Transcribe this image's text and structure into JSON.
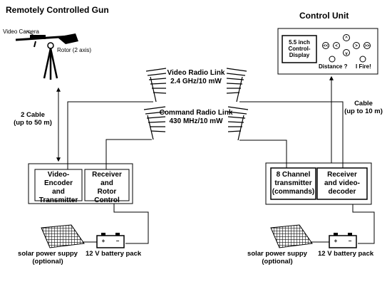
{
  "left_unit": {
    "title": "Remotely Controlled Gun",
    "camera_label": "Video Camera",
    "rotor_label": "Rotor (2 axis)",
    "cable_line1": "2 Cable",
    "cable_line2": "(up to 50 m)",
    "encoder_line1": "Video-Encoder",
    "encoder_line2": "and",
    "encoder_line3": "Transmitter",
    "receiver_line1": "Receiver",
    "receiver_line2": "and",
    "receiver_line3": "Rotor Control",
    "solar_line1": "solar power suppy",
    "solar_line2": "(optional)",
    "battery_label": "12 V battery pack"
  },
  "links": {
    "video_line1": "Video Radio Link",
    "video_line2": "2.4 GHz/10 mW",
    "command_line1": "Command Radio Link",
    "command_line2": "430 MHz/10 mW"
  },
  "right_unit": {
    "title": "Control Unit",
    "display_line1": "5.5 inch",
    "display_line2": "Control-",
    "display_line3": "Display",
    "distance_label": "Distance ?",
    "fire_label": "I Fire!",
    "cable_line1": "Cable",
    "cable_line2": "(up to 10 m)",
    "transmitter_line1": "8 Channel",
    "transmitter_line2": "transmitter",
    "transmitter_line3": "(commands)",
    "receiver_line1": "Receiver",
    "receiver_line2": "and video-",
    "receiver_line3": "decoder",
    "solar_line1": "solar power suppy",
    "solar_line2": "(optional)",
    "battery_label": "12 V battery pack"
  }
}
